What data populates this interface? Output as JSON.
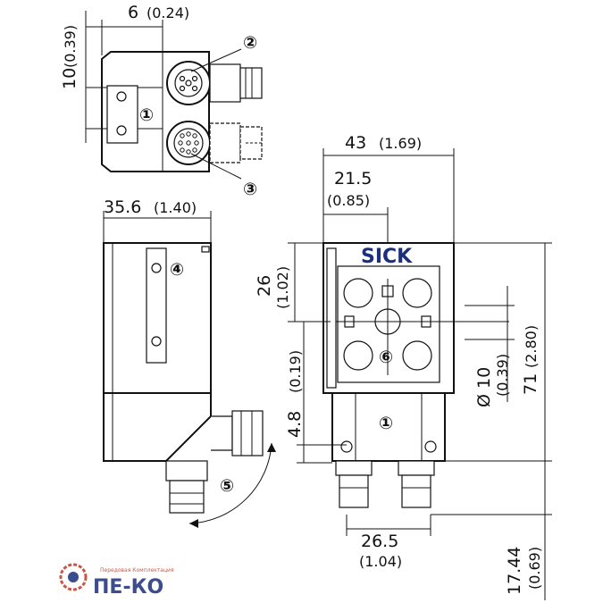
{
  "dimensions": {
    "d6": "6",
    "d6_in": "(0.24)",
    "d10": "10",
    "d10_in": "(0.39)",
    "d35_6": "35.6",
    "d35_6_in": "(1.40)",
    "d43": "43",
    "d43_in": "(1.69)",
    "d21_5": "21.5",
    "d21_5_in": "(0.85)",
    "d26": "26",
    "d26_in": "(1.02)",
    "d4_8": "4.8",
    "d4_8_in": "(0.19)",
    "d_dia10": "Ø 10",
    "d_dia10_in": "(0.39)",
    "d71": "71",
    "d71_in": "(2.80)",
    "d26_5": "26.5",
    "d26_5_in": "(1.04)",
    "d17_44": "17.44",
    "d17_44_in": "(0.69)"
  },
  "callouts": {
    "c1_top": "①",
    "c2": "②",
    "c3": "③",
    "c4": "④",
    "c5": "⑤",
    "c6": "⑥",
    "c1_front": "①"
  },
  "brand_label": "SICK",
  "logo": {
    "text": "ПЕ-КО",
    "tagline": "Передовая Комплектация",
    "color_primary": "#1b2f7a",
    "color_accent": "#c0392b"
  }
}
